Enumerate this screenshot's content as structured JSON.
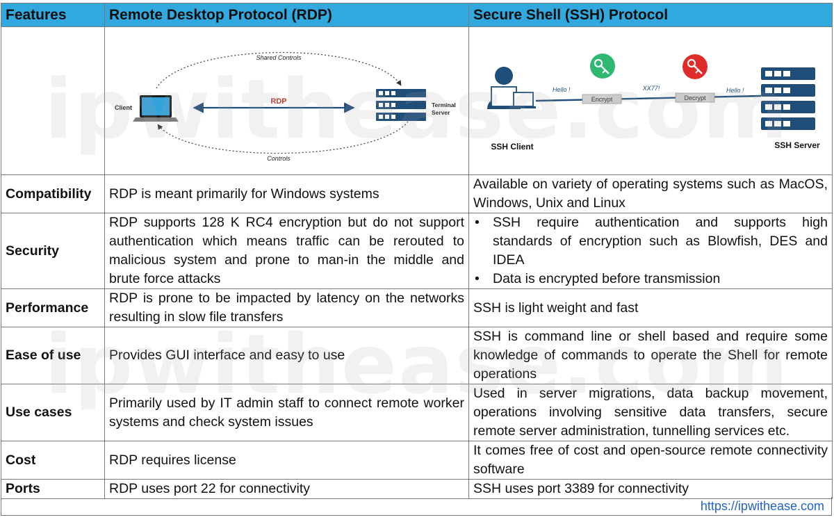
{
  "header": {
    "col_features": "Features",
    "col_rdp": "Remote Desktop Protocol (RDP)",
    "col_ssh": "Secure Shell (SSH) Protocol"
  },
  "watermark": "ipwithease.com",
  "rdp_diagram": {
    "shared_controls": "Shared Controls",
    "controls": "Controls",
    "client": "Client",
    "protocol": "RDP",
    "server_line1": "Terminal",
    "server_line2": "Server"
  },
  "ssh_diagram": {
    "hello_left": "Hello !",
    "encrypt": "Encrypt",
    "cipher": "XX77!",
    "decrypt": "Decrypt",
    "hello_right": "Hello !",
    "client": "SSH Client",
    "server": "SSH Server"
  },
  "rows": [
    {
      "feature": "Compatibility",
      "rdp": "RDP is meant primarily for Windows systems",
      "ssh": "Available on variety of operating systems such as MacOS, Windows, Unix and Linux"
    },
    {
      "feature": "Security",
      "rdp": "RDP supports 128 K RC4 encryption but do not support authentication which means traffic can be rerouted to malicious system and prone to man-in the middle and brute force attacks",
      "ssh_bullets": [
        "SSH require authentication and supports high standards of encryption such as Blowfish, DES and IDEA",
        "Data is encrypted before transmission"
      ]
    },
    {
      "feature": "Performance",
      "rdp": "RDP is prone to be impacted by latency on the networks resulting in slow file transfers",
      "ssh": "SSH is light weight and fast"
    },
    {
      "feature": "Ease of use",
      "rdp": "Provides GUI interface and easy to use",
      "ssh": "SSH is command line or shell based and require some knowledge of commands to operate the Shell for remote operations"
    },
    {
      "feature": "Use cases",
      "rdp": "Primarily used by IT admin staff to connect remote worker systems and check system issues",
      "ssh": "Used in server migrations, data backup movement, operations involving sensitive data transfers, secure remote server administration, tunnelling services etc."
    },
    {
      "feature": "Cost",
      "rdp": "RDP requires license",
      "ssh": "It comes free of cost and open-source remote connectivity software"
    },
    {
      "feature": "Ports",
      "rdp": "RDP uses port 22 for connectivity",
      "ssh": "SSH uses port 3389 for connectivity"
    }
  ],
  "footer": {
    "url": "https://ipwithease.com"
  },
  "colors": {
    "header_bg": "#31a9df",
    "server_blue": "#1f4e79",
    "key_green": "#2eb872",
    "key_red": "#e02b2b",
    "link": "#2363c7"
  }
}
